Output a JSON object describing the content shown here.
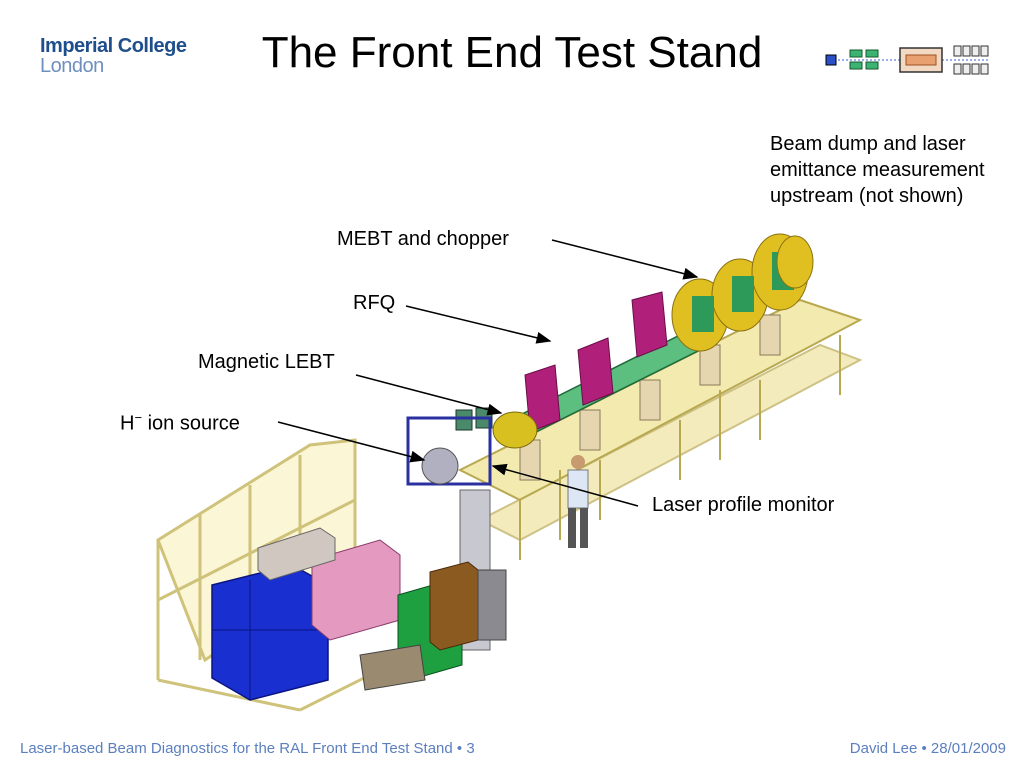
{
  "logo": {
    "line1": "Imperial College",
    "line2": "London"
  },
  "title": "The Front End Test Stand",
  "labels": {
    "beam_dump_1": "Beam dump and laser",
    "beam_dump_2": "emittance measurement",
    "beam_dump_3": "upstream (not shown)",
    "mebt": "MEBT and chopper",
    "rfq": "RFQ",
    "lebt": "Magnetic LEBT",
    "ion_source_h": "H",
    "ion_source_sup": "−",
    "ion_source_rest": " ion source",
    "laser_profile": "Laser profile monitor"
  },
  "footer": {
    "left": "Laser-based Beam Diagnostics for the RAL Front End Test Stand • 3",
    "right": "David Lee • 28/01/2009"
  },
  "colors": {
    "logo_dark": "#1f4e8c",
    "footer_text": "#5b7fbf",
    "frame_yellow": "#e8dc8a",
    "magnet_green": "#3cb371",
    "quad_magenta": "#b0207a",
    "cabinet_blue": "#1a2fd0"
  }
}
